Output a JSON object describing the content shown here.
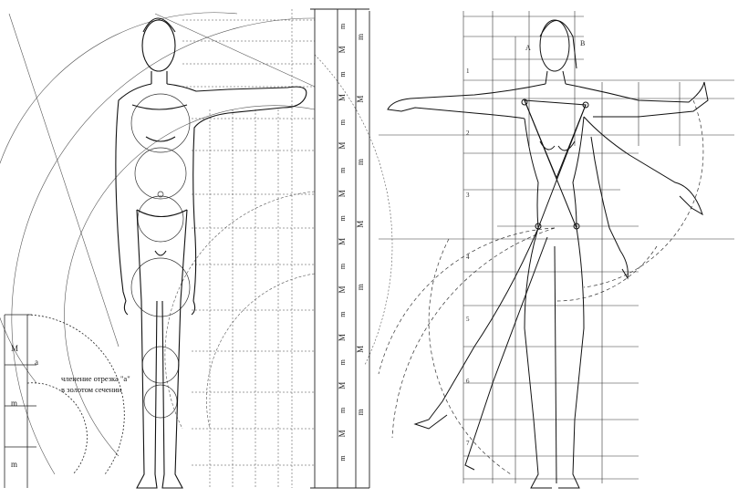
{
  "left_plate": {
    "caption_line1": "членение отрезка \"a\"",
    "caption_line2": "в золотом сечении",
    "inset_letters": [
      "M",
      "m",
      "a",
      "m"
    ],
    "scale_letters": [
      "m",
      "M",
      "m",
      "M",
      "m",
      "M",
      "m",
      "M",
      "m",
      "M",
      "m",
      "M",
      "m",
      "M",
      "m",
      "M",
      "m",
      "M",
      "m"
    ],
    "outer_scale_letters": [
      "m",
      "M",
      "m",
      "M",
      "m",
      "M",
      "m"
    ]
  },
  "right_plate": {
    "point_labels": [
      "A",
      "B"
    ],
    "grid_numbers": [
      "1",
      "2",
      "3",
      "4",
      "5",
      "6",
      "7"
    ]
  },
  "colors": {
    "ink": "#1a1a1a",
    "paper": "#ffffff"
  }
}
